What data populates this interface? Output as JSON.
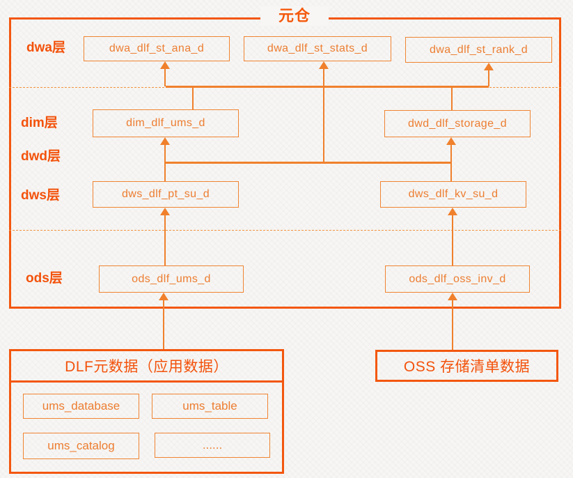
{
  "title": "元仓",
  "colors": {
    "container_border": "#f3570f",
    "box_border": "#f08431",
    "box_text": "#ed7d31",
    "label_text": "#f3520b",
    "line": "#f0802c",
    "background": "#f7f6f4"
  },
  "layers": {
    "dwa": {
      "label": "dwa层"
    },
    "dim": {
      "label": "dim层"
    },
    "dwd": {
      "label": "dwd层"
    },
    "dws": {
      "label": "dws层"
    },
    "ods": {
      "label": "ods层"
    }
  },
  "tables": {
    "dwa_ana": "dwa_dlf_st_ana_d",
    "dwa_stats": "dwa_dlf_st_stats_d",
    "dwa_rank": "dwa_dlf_st_rank_d",
    "dim_ums": "dim_dlf_ums_d",
    "dwd_storage": "dwd_dlf_storage_d",
    "dws_pt": "dws_dlf_pt_su_d",
    "dws_kv": "dws_dlf_kv_su_d",
    "ods_ums": "ods_dlf_ums_d",
    "ods_oss": "ods_dlf_oss_inv_d"
  },
  "sources": {
    "dlf": {
      "title": "DLF元数据（应用数据）",
      "items": [
        "ums_database",
        "ums_table",
        "ums_catalog",
        "......"
      ]
    },
    "oss": {
      "title": "OSS 存储清单数据"
    }
  }
}
